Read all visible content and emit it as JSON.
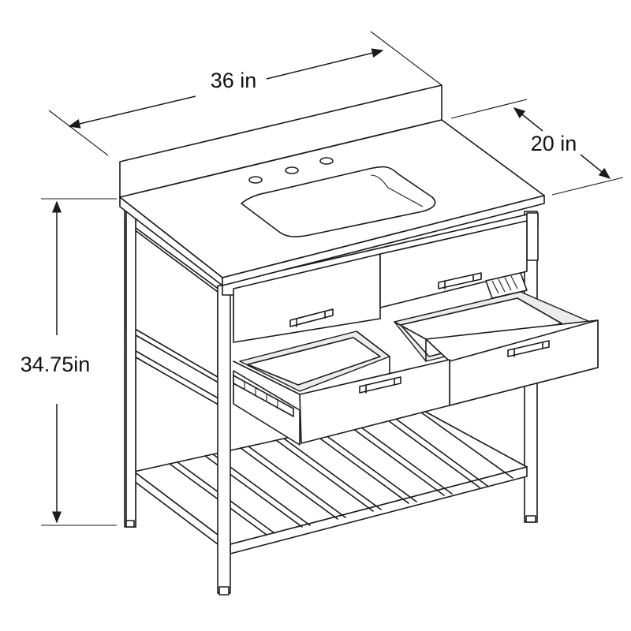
{
  "diagram": {
    "dimensions": {
      "width": "36 in",
      "depth": "20 in",
      "height": "34.75in"
    },
    "colors": {
      "line": "#1a1a1a",
      "background": "#ffffff"
    }
  }
}
